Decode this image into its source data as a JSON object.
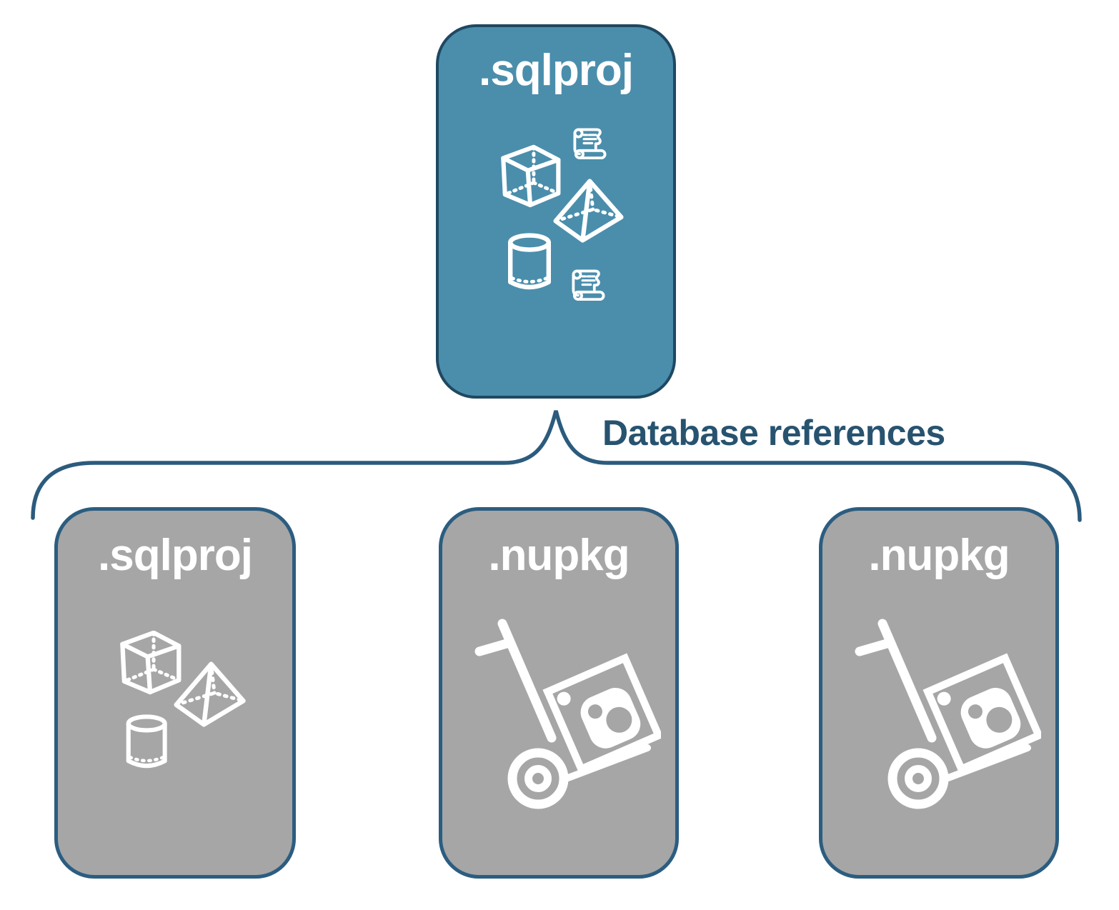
{
  "diagram": {
    "connector_label": "Database references",
    "colors": {
      "accent_fill": "#4A8EAC",
      "accent_border": "#1F4861",
      "gray_fill": "#A6A6A6",
      "gray_border": "#2B5D80",
      "connector": "#2B5B7D",
      "label_ink": "#27536F",
      "icon_ink": "#FFFFFF"
    },
    "nodes": [
      {
        "id": "root",
        "label": ".sqlproj",
        "variant": "accent",
        "icons": [
          "cube",
          "scroll",
          "pyramid",
          "cylinder",
          "scroll"
        ]
      },
      {
        "id": "ref-sqlproj",
        "label": ".sqlproj",
        "variant": "gray",
        "icons": [
          "cube",
          "pyramid",
          "cylinder"
        ]
      },
      {
        "id": "ref-nupkg-1",
        "label": ".nupkg",
        "variant": "gray",
        "icons": [
          "hand-truck-package"
        ]
      },
      {
        "id": "ref-nupkg-2",
        "label": ".nupkg",
        "variant": "gray",
        "icons": [
          "hand-truck-package"
        ]
      }
    ]
  }
}
